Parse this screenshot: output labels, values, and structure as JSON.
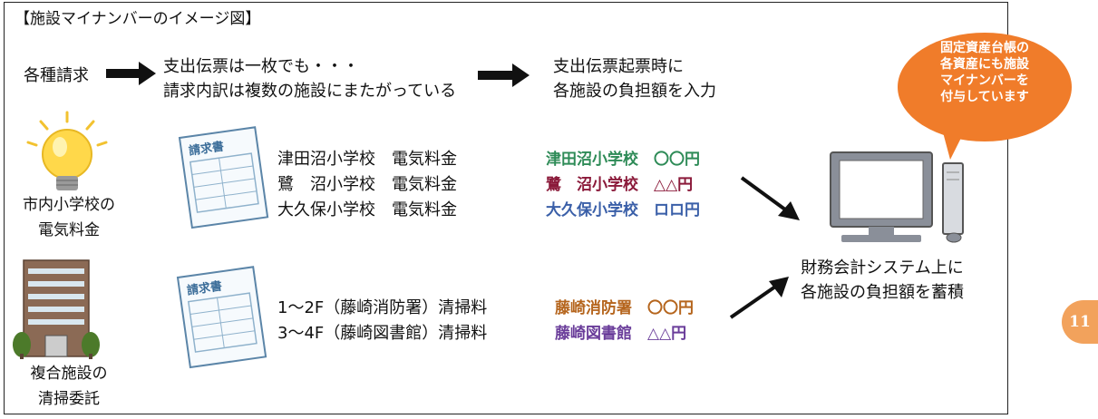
{
  "title": "【施設マイナンバーのイメージ図】",
  "flow": {
    "step1": "各種請求",
    "step2_line1": "支出伝票は一枚でも・・・",
    "step2_line2": "請求内訳は複数の施設にまたがっている",
    "step3_line1": "支出伝票起票時に",
    "step3_line2": "各施設の負担額を入力"
  },
  "callout": {
    "line1": "固定資産台帳の",
    "line2": "各資産にも施設",
    "line3": "マイナンバーを",
    "line4": "付与しています"
  },
  "case1": {
    "label_line1": "市内小学校の",
    "label_line2": "電気料金",
    "invoice_icon": "invoice-icon",
    "invoice_title": "請求書",
    "items": [
      "津田沼小学校　電気料金",
      "鷺　沼小学校　電気料金",
      "大久保小学校　電気料金"
    ],
    "allocations": [
      {
        "text": "津田沼小学校　〇〇円",
        "color": "#2e8b57"
      },
      {
        "text": "鷺　沼小学校　△△円",
        "color": "#8b1a3a"
      },
      {
        "text": "大久保小学校　ロロ円",
        "color": "#3a5fa8"
      }
    ]
  },
  "case2": {
    "label_line1": "複合施設の",
    "label_line2": "清掃委託",
    "invoice_title": "請求書",
    "items": [
      "1～2F（藤崎消防署）清掃料",
      "3～4F（藤崎図書館）清掃料"
    ],
    "allocations": [
      {
        "text": "藤崎消防署　〇〇円",
        "color": "#b5651d"
      },
      {
        "text": "藤崎図書館　△△円",
        "color": "#6a3d9a"
      }
    ]
  },
  "system": {
    "line1": "財務会計システム上に",
    "line2": "各施設の負担額を蓄積"
  },
  "page_number": "11",
  "colors": {
    "callout": "#f07c2a",
    "pagenum": "#f2a25c",
    "bulb": "#ffd84a"
  }
}
